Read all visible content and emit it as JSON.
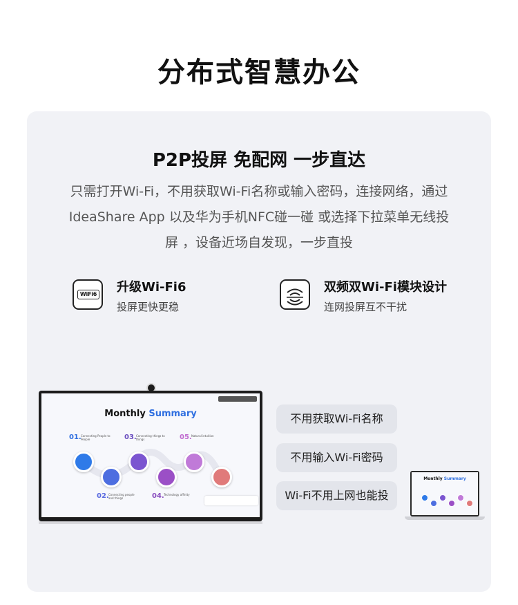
{
  "page": {
    "title": "分布式智慧办公"
  },
  "card": {
    "heading": "P2P投屏  免配网 一步直达",
    "description": "只需打开Wi-Fi，不用获取Wi-Fi名称或输入密码，连接网络，通过IdeaShare App 以及华为手机NFC碰一碰 或选择下拉菜单无线投屏 ，设备近场自发现，一步直投"
  },
  "features": [
    {
      "icon": "wifi6-icon",
      "badge": "WiFi6",
      "title": "升级Wi-Fi6",
      "subtitle": "投屏更快更稳"
    },
    {
      "icon": "dual-band-wifi-icon",
      "title": "双频双Wi-Fi模块设计",
      "subtitle": "连网投屏互不干扰"
    }
  ],
  "board_screen": {
    "title_main": "Monthly",
    "title_accent": "Summary",
    "steps": [
      {
        "num": "01.",
        "label": "Connecting People to People",
        "color": "#2f6fe0"
      },
      {
        "num": "03.",
        "label": "Connecting things to things",
        "color": "#6b4fbf"
      },
      {
        "num": "05.",
        "label": "Natural intuition",
        "color": "#c06bd0"
      },
      {
        "num": "02.",
        "label": "Connecting people and things",
        "color": "#5b6be0"
      },
      {
        "num": "04.",
        "label": "Technology affinity",
        "color": "#8a4fbf"
      }
    ]
  },
  "pills": [
    "不用获取Wi-Fi名称",
    "不用输入Wi-Fi密码",
    "Wi-Fi不用上网也能投"
  ],
  "laptop_screen": {
    "title_main": "Monthly",
    "title_accent": "Summary"
  },
  "colors": {
    "accent": "#2f6fe0",
    "node_blue": "#2f7ae8",
    "node_indigo": "#4d6ee0",
    "node_purple": "#7b55d0",
    "node_violet": "#9b4fc6",
    "node_pink": "#c07ad8",
    "node_coral": "#e07a7a"
  }
}
